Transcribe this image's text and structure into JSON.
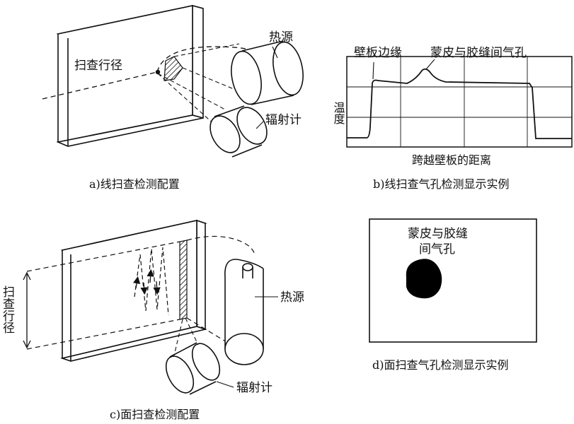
{
  "panel_a": {
    "label_scan_path": "扫查行径",
    "label_heat_source": "热源",
    "label_radiometer": "辐射计",
    "caption": "a)线扫查检测配置"
  },
  "panel_b": {
    "label_panel_edge": "壁板边缘",
    "label_void": "蒙皮与胶缝间气孔",
    "y_axis_label": "温度",
    "x_axis_label": "跨越壁板的距离",
    "caption": "b)线扫查气孔检测显示实例"
  },
  "panel_c": {
    "label_scan_path": "扫查行径",
    "label_heat_source": "热源",
    "label_radiometer": "辐射计",
    "caption": "c)面扫查检测配置"
  },
  "panel_d": {
    "label_void_line1": "蒙皮与胶缝",
    "label_void_line2": "间气孔",
    "caption": "d)面扫查气孔检测显示实例"
  }
}
